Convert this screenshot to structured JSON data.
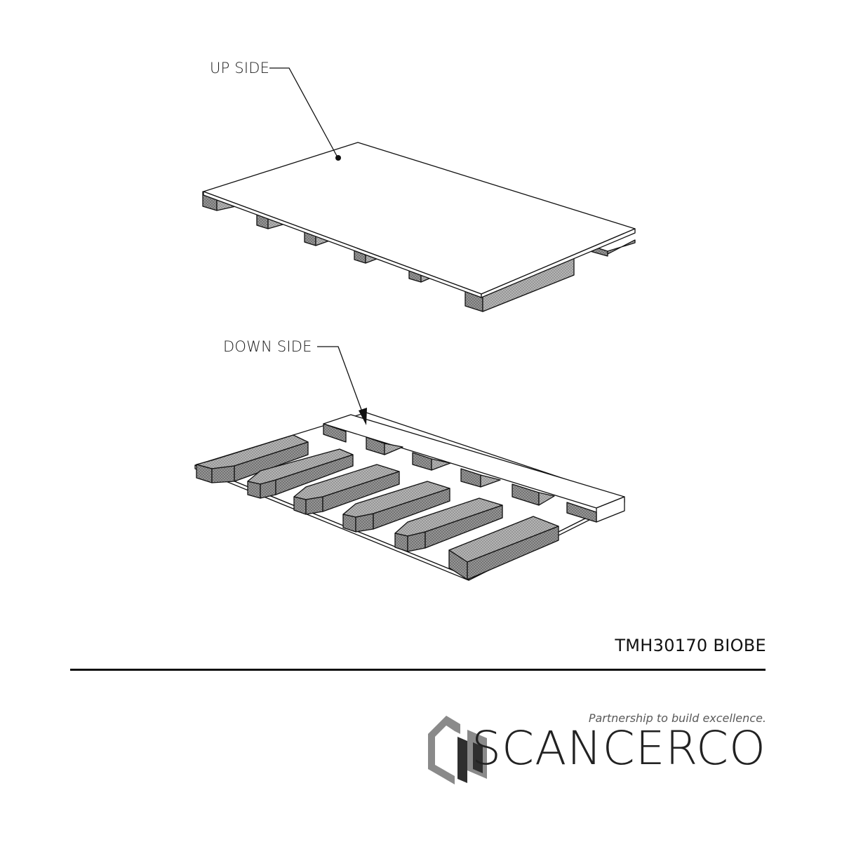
{
  "callouts": {
    "up_side": "UP SIDE",
    "down_side": "DOWN SIDE"
  },
  "part_number": "TMH30170 BIOBE",
  "brand": {
    "name": "SCANCERCO",
    "tagline": "Partnership to build excellence.",
    "logo_icon": "house-logo-icon",
    "color_dark": "#3a3a3a",
    "color_light": "#8a8a8a"
  },
  "colors": {
    "line": "#111111",
    "batten_fill": "#8c8c8c",
    "board_fill": "#ffffff"
  }
}
